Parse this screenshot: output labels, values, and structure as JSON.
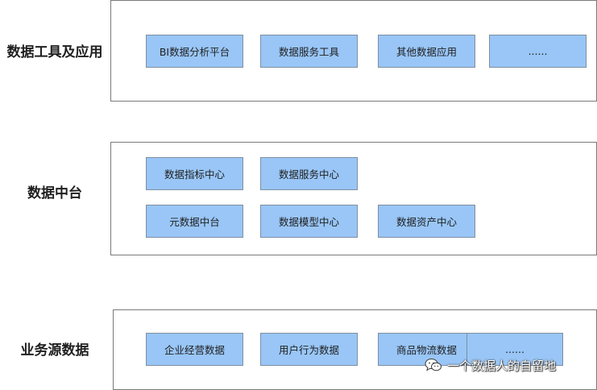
{
  "layers": [
    {
      "label": "数据工具及应用",
      "modules": [
        "BI数据分析平台",
        "数据服务工具",
        "其他数据应用",
        "......"
      ]
    },
    {
      "label": "数据中台",
      "modules": [
        "数据指标中心",
        "数据服务中心",
        "元数据中台",
        "数据模型中心",
        "数据资产中心"
      ]
    },
    {
      "label": "业务源数据",
      "modules": [
        "企业经营数据",
        "用户行为数据",
        "商品物流数据",
        "......"
      ]
    }
  ],
  "watermark": {
    "text": "一个数据人的自留地",
    "icon": "wechat-icon"
  },
  "colors": {
    "module_fill": "#99c6f7",
    "box_border": "#7a7a7a"
  }
}
